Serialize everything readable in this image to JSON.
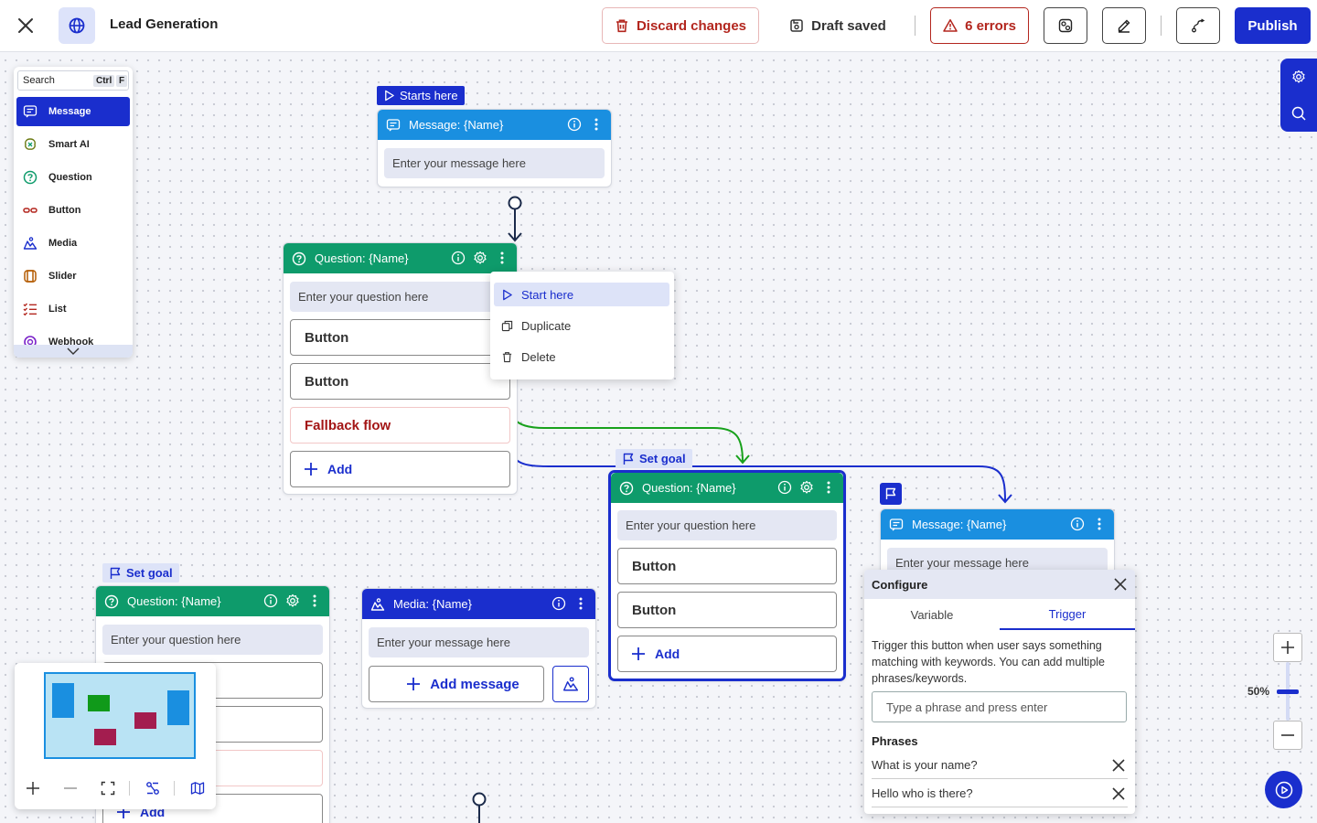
{
  "header": {
    "title": "Lead Generation",
    "discard_label": "Discard changes",
    "draft_label": "Draft saved",
    "errors_label": "6 errors",
    "publish_label": "Publish"
  },
  "palette": {
    "search_placeholder": "Search",
    "shortcut_ctrl": "Ctrl",
    "shortcut_key": "F",
    "items": [
      {
        "label": "Message",
        "icon": "message-icon"
      },
      {
        "label": "Smart AI",
        "icon": "smart-ai-icon"
      },
      {
        "label": "Question",
        "icon": "question-icon"
      },
      {
        "label": "Button",
        "icon": "button-icon"
      },
      {
        "label": "Media",
        "icon": "media-icon"
      },
      {
        "label": "Slider",
        "icon": "slider-icon"
      },
      {
        "label": "List",
        "icon": "list-icon"
      },
      {
        "label": "Webhook",
        "icon": "webhook-icon"
      }
    ]
  },
  "tags": {
    "starts_here": "Starts here",
    "set_goal": "Set goal"
  },
  "nodes": {
    "message_title": "Message: {Name}",
    "question_title": "Question: {Name}",
    "media_title": "Media: {Name}",
    "message_placeholder": "Enter your message here",
    "question_placeholder": "Enter your question here",
    "button_label": "Button",
    "fallback_label": "Fallback flow",
    "add_label": "Add",
    "add_message_label": "Add message"
  },
  "context_menu": {
    "items": [
      "Start here",
      "Duplicate",
      "Delete"
    ]
  },
  "configure": {
    "title": "Configure",
    "tabs": [
      "Variable",
      "Trigger"
    ],
    "active_tab": "Trigger",
    "description": "Trigger this button when user says something matching with keywords. You can add multiple phrases/keywords.",
    "input_placeholder": "Type a phrase and press enter",
    "phrases_label": "Phrases",
    "phrases": [
      "What is your name?",
      "Hello who is there?"
    ]
  },
  "zoom": {
    "level": "50%",
    "slider_value": 0.5
  },
  "colors": {
    "primary": "#1a2ecd",
    "message_header": "#1a8fe0",
    "question_header": "#0e9b6b",
    "error": "#b3261e",
    "edge_green": "#18a11c",
    "edge_blue": "#1a2ecd"
  }
}
